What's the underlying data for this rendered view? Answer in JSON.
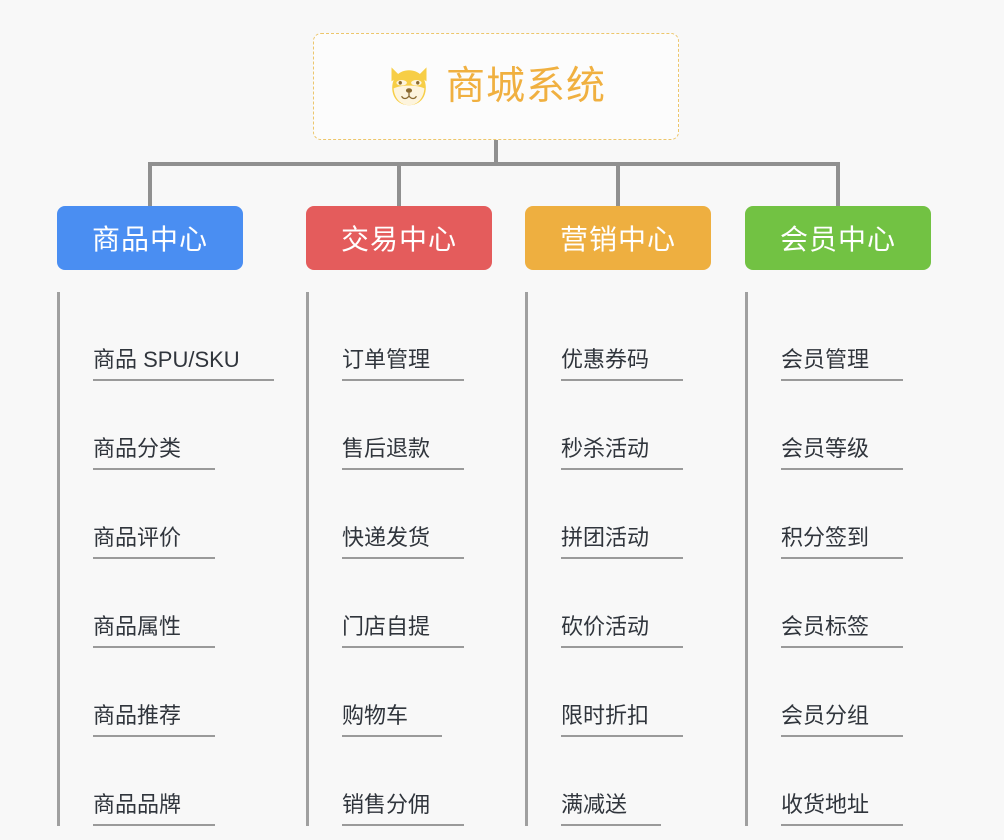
{
  "root": {
    "title": "商城系统",
    "icon": "shiba-dog-icon",
    "border_color": "#edc66b",
    "text_color": "#f0b040",
    "background": "#fcfcfc"
  },
  "canvas": {
    "background": "#f8f8f8",
    "connector_color": "#909090"
  },
  "groups": [
    {
      "label": "商品中心",
      "color": "#4a8ef2",
      "children": [
        "商品 SPU/SKU",
        "商品分类",
        "商品评价",
        "商品属性",
        "商品推荐",
        "商品品牌"
      ]
    },
    {
      "label": "交易中心",
      "color": "#e45c5c",
      "children": [
        "订单管理",
        "售后退款",
        "快递发货",
        "门店自提",
        "购物车",
        "销售分佣"
      ]
    },
    {
      "label": "营销中心",
      "color": "#eeaf40",
      "children": [
        "优惠券码",
        "秒杀活动",
        "拼团活动",
        "砍价活动",
        "限时折扣",
        "满减送"
      ]
    },
    {
      "label": "会员中心",
      "color": "#72c243",
      "children": [
        "会员管理",
        "会员等级",
        "积分签到",
        "会员标签",
        "会员分组",
        "收货地址"
      ]
    }
  ]
}
